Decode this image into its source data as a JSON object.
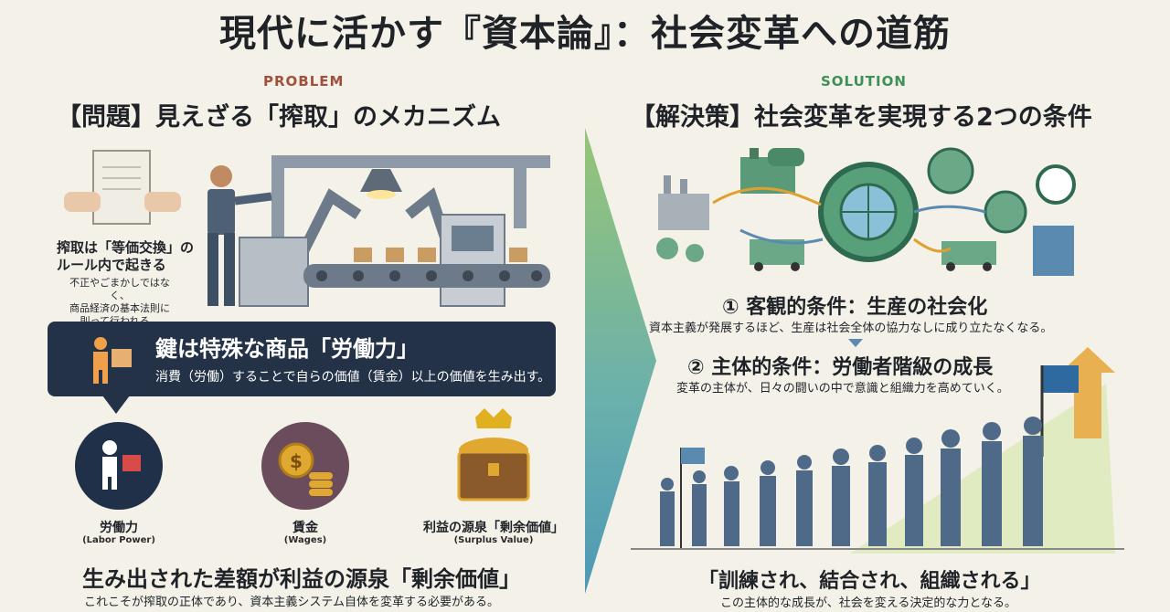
{
  "title": "現代に活かす『資本論』：社会変革への道筋",
  "left": {
    "tag": "PROBLEM",
    "heading": "【問題】見えざる「搾取」のメカニズム",
    "note_title_1": "搾取は「等価交換」の",
    "note_title_2": "ルール内で起きる",
    "note_body_1": "不正やごまかしではなく、",
    "note_body_2": "商品経済の基本法則に",
    "note_body_3": "則って行われる。",
    "key_title": "鍵は特殊な商品「労働力」",
    "key_body": "消費（労働）することで自らの価値（賃金）以上の価値を生み出す。",
    "items": [
      {
        "label": "労働力",
        "sub": "(Labor Power)"
      },
      {
        "label": "賃金",
        "sub": "(Wages)"
      },
      {
        "label": "利益の源泉「剰余価値」",
        "sub": "(Surplus Value)"
      }
    ],
    "bottom_title": "生み出された差額が利益の源泉「剰余価値」",
    "bottom_body": "これこそが搾取の正体であり、資本主義システム自体を変革する必要がある。"
  },
  "right": {
    "tag": "SOLUTION",
    "heading": "【解決策】社会変革を実現する2つの条件",
    "cond1_title": "① 客観的条件：生産の社会化",
    "cond1_body": "資本主義が発展するほど、生産は社会全体の協力なしに成り立たなくなる。",
    "cond2_title": "② 主体的条件：労働者階級の成長",
    "cond2_body": "変革の主体が、日々の闘いの中で意識と組織力を高めていく。",
    "bottom_title": "「訓練され、結合され、組織される」",
    "bottom_body": "この主体的な成長が、社会を変える決定的な力となる。"
  },
  "colors": {
    "problem": "#a0503c",
    "solution": "#3f8f5a",
    "dark_box": "#233247"
  }
}
